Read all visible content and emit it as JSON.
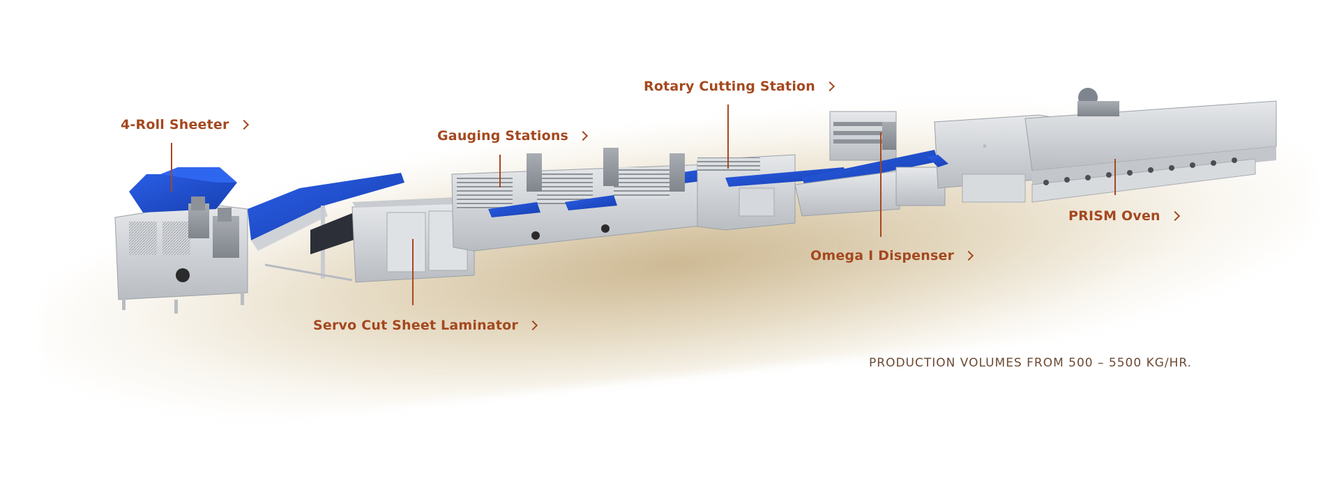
{
  "diagram": {
    "subject": "Laminated dough production line",
    "colors": {
      "label": "#a4481f",
      "leader_line": "#a4481f",
      "tagline": "#6b4a34",
      "belt": "#1f4fd1",
      "steel": "#cfd2d6",
      "floor_shadow": "#c4ac80"
    },
    "callouts": [
      {
        "label": "4-Roll Sheeter",
        "icon": "chevron-right-icon"
      },
      {
        "label": "Gauging Stations",
        "icon": "chevron-right-icon"
      },
      {
        "label": "Rotary Cutting Station",
        "icon": "chevron-right-icon"
      },
      {
        "label": "Omega I Dispenser",
        "icon": "chevron-right-icon"
      },
      {
        "label": "PRISM Oven",
        "icon": "chevron-right-icon"
      },
      {
        "label": "Servo Cut Sheet Laminator",
        "icon": "chevron-right-icon"
      }
    ],
    "tagline": "PRODUCTION VOLUMES FROM 500 – 5500 KG/HR."
  }
}
